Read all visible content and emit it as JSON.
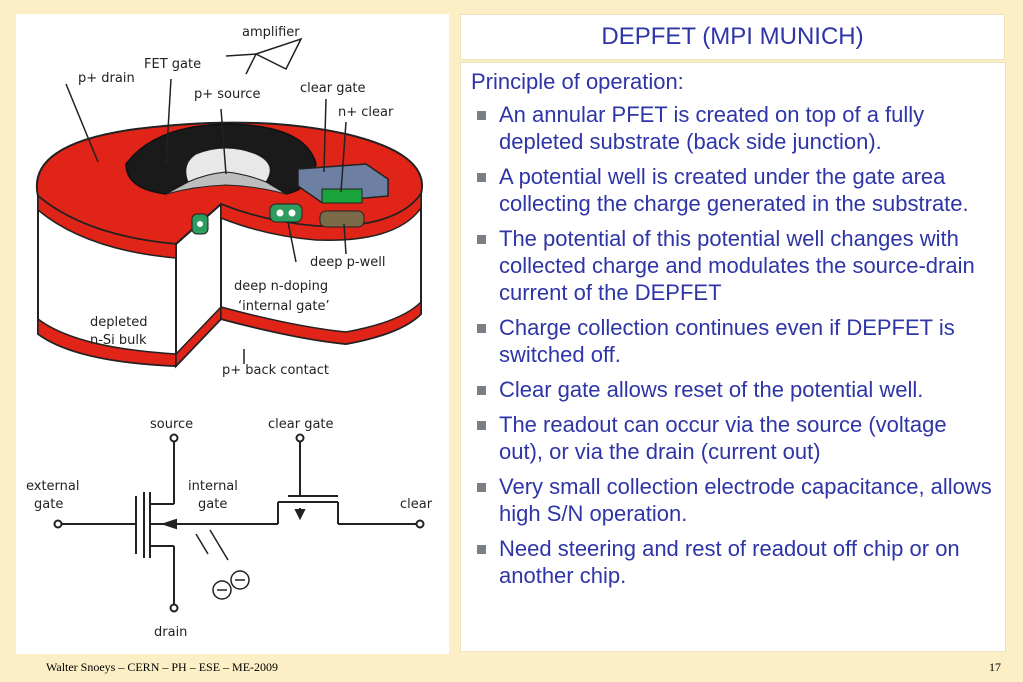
{
  "slide": {
    "title": "DEPFET (MPI MUNICH)",
    "heading": "Principle of operation:",
    "bullets": [
      "An annular PFET is created on top of a fully depleted substrate (back side junction).",
      "A potential well is created under the gate area collecting the charge generated in the substrate.",
      "The potential of this potential well changes with collected charge and modulates the source-drain current of the DEPFET",
      "Charge collection continues even if DEPFET is switched off.",
      "Clear gate allows reset of the potential well.",
      "The readout can occur via the source (voltage out), or via the drain (current out)",
      "Very small collection electrode capacitance, allows high S/N operation.",
      "Need steering and rest of readout off chip or on another chip."
    ]
  },
  "footer": {
    "author": "Walter Snoeys – CERN – PH – ESE – ME-2009",
    "page": "17"
  },
  "diagram_labels": {
    "amplifier": "amplifier",
    "fet_gate": "FET gate",
    "p_drain": "p+ drain",
    "p_source": "p+ source",
    "clear_gate": "clear gate",
    "n_clear": "n+ clear",
    "deep_p_well": "deep p-well",
    "deep_n_doping": "deep n-doping",
    "internal_gate_quoted": "‘internal gate’",
    "depleted": "depleted",
    "n_si_bulk": "n-Si bulk",
    "back_contact": "p+ back contact"
  },
  "circuit_labels": {
    "source": "source",
    "clear_gate": "clear gate",
    "external": "external",
    "gate": "gate",
    "internal": "internal",
    "internal_gate": "gate",
    "clear": "clear",
    "drain": "drain"
  },
  "colors": {
    "text_blue": "#2e35a7",
    "background": "#fcefc6",
    "red": "#e02418",
    "black": "#1a1a1a",
    "steel_blue": "#6d7fa3",
    "green": "#1aa33a",
    "brown": "#7a6a48"
  }
}
